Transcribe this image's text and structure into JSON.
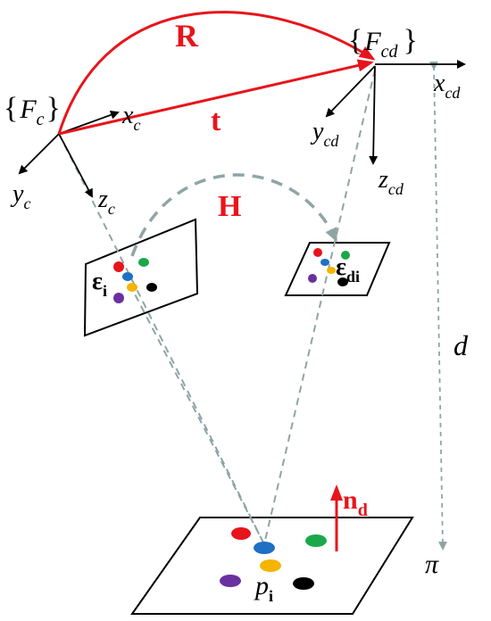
{
  "frames": {
    "current": {
      "label": "F",
      "sub": "c",
      "open": "{",
      "close": "}"
    },
    "desired": {
      "label": "F",
      "sub": "cd",
      "open": "{",
      "close": "}"
    }
  },
  "axes": {
    "current": {
      "x": {
        "label": "x",
        "sub": "c"
      },
      "y": {
        "label": "y",
        "sub": "c"
      },
      "z": {
        "label": "z",
        "sub": "c"
      }
    },
    "desired": {
      "x": {
        "label": "x",
        "sub": "cd"
      },
      "y": {
        "label": "y",
        "sub": "cd"
      },
      "z": {
        "label": "z",
        "sub": "cd"
      }
    }
  },
  "transforms": {
    "rotation": "R",
    "translation": "t",
    "homography": "H"
  },
  "image_planes": {
    "current": {
      "label": "ε",
      "sub": "i"
    },
    "desired": {
      "label": "ε",
      "sub": "di"
    }
  },
  "scene": {
    "distance": "d",
    "plane": "π",
    "normal": {
      "label": "n",
      "sub": "d"
    },
    "point": {
      "label": "p",
      "sub": "i"
    }
  },
  "colors": {
    "red": "#e8141b",
    "blue": "#1f6fc4",
    "green": "#1aa84a",
    "yellow": "#f4b400",
    "purple": "#6a2fa0",
    "black": "#000000",
    "dash": "#8fa5a5",
    "accent": "#e8141b"
  }
}
